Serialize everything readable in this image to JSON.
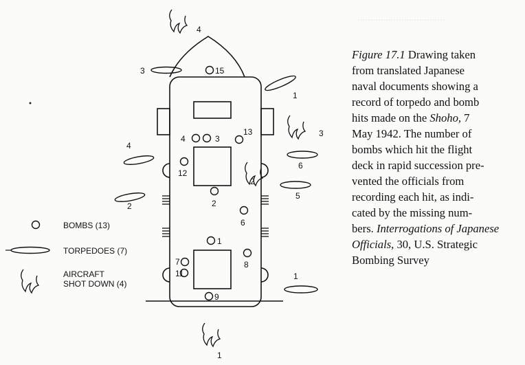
{
  "caption": {
    "lines": [
      [
        {
          "t": "Figure 17.1",
          "i": true
        },
        {
          "t": "  Drawing taken",
          "i": false
        }
      ],
      [
        {
          "t": "from translated Japanese",
          "i": false
        }
      ],
      [
        {
          "t": "naval documents showing a",
          "i": false
        }
      ],
      [
        {
          "t": "record of torpedo and bomb",
          "i": false
        }
      ],
      [
        {
          "t": "hits made on the ",
          "i": false
        },
        {
          "t": "Shoho,",
          "i": true
        },
        {
          "t": " 7",
          "i": false
        }
      ],
      [
        {
          "t": "May 1942. The number of",
          "i": false
        }
      ],
      [
        {
          "t": "bombs which hit the flight",
          "i": false
        }
      ],
      [
        {
          "t": "deck in rapid succession pre-",
          "i": false
        }
      ],
      [
        {
          "t": "vented the officials from",
          "i": false
        }
      ],
      [
        {
          "t": "recording each hit, as indi-",
          "i": false
        }
      ],
      [
        {
          "t": "cated by the missing num-",
          "i": false
        }
      ],
      [
        {
          "t": "bers. ",
          "i": false
        },
        {
          "t": "Interrogations of Japanese",
          "i": true
        }
      ],
      [
        {
          "t": "Officials,",
          "i": true
        },
        {
          "t": " 30, U.S. Strategic",
          "i": false
        }
      ],
      [
        {
          "t": "Bombing Survey",
          "i": false
        }
      ]
    ]
  },
  "legend": {
    "bombs": "BOMBS  (13)",
    "torpedoes": "TORPEDOES (7)",
    "aircraft_line1": "AIRCRAFT",
    "aircraft_line2": "SHOT DOWN (4)"
  },
  "bomb_hits": [
    {
      "label": "15"
    },
    {
      "label": "4"
    },
    {
      "label": "3"
    },
    {
      "label": "13"
    },
    {
      "label": "12"
    },
    {
      "label": "2"
    },
    {
      "label": "6"
    },
    {
      "label": "1"
    },
    {
      "label": "8"
    },
    {
      "label": "7"
    },
    {
      "label": "11"
    },
    {
      "label": "9"
    }
  ],
  "torpedo_hits": [
    {
      "label": "3"
    },
    {
      "label": "1"
    },
    {
      "label": "4"
    },
    {
      "label": "6"
    },
    {
      "label": "2"
    },
    {
      "label": "5"
    },
    {
      "label": "1"
    }
  ],
  "aircraft_downed": [
    {
      "label": "4"
    },
    {
      "label": "3"
    },
    {
      "label": "2"
    },
    {
      "label": "1"
    }
  ]
}
